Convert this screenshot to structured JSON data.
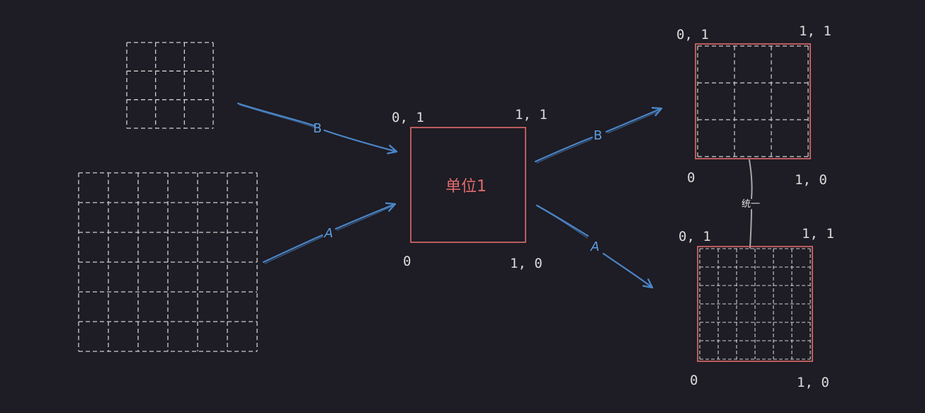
{
  "colors": {
    "background": "#1e1c24",
    "grid": "#cfcfcf",
    "box": "#e06c6c",
    "arrow": "#4a86c8",
    "arrow_label": "#5b9ee0",
    "text": "#dcdcdc",
    "connector": "#a8a8a8"
  },
  "source_grids": {
    "small": {
      "cols": 3,
      "rows": 3
    },
    "large": {
      "cols": 6,
      "rows": 6
    }
  },
  "unit_box": {
    "title": "单位1",
    "top_left": "0, 1",
    "top_right": "1, 1",
    "bottom_left": "0",
    "bottom_right": "1, 0"
  },
  "output_top": {
    "grid": {
      "cols": 3,
      "rows": 3
    },
    "top_left": "0, 1",
    "top_right": "1, 1",
    "bottom_left": "0",
    "bottom_right": "1, 0"
  },
  "output_bottom": {
    "grid": {
      "cols": 6,
      "rows": 6
    },
    "top_left": "0, 1",
    "top_right": "1, 1",
    "bottom_left": "0",
    "bottom_right": "1, 0"
  },
  "arrows": {
    "in_b": "B",
    "in_a": "A",
    "out_b": "B",
    "out_a": "A"
  },
  "connector_label": "统一"
}
